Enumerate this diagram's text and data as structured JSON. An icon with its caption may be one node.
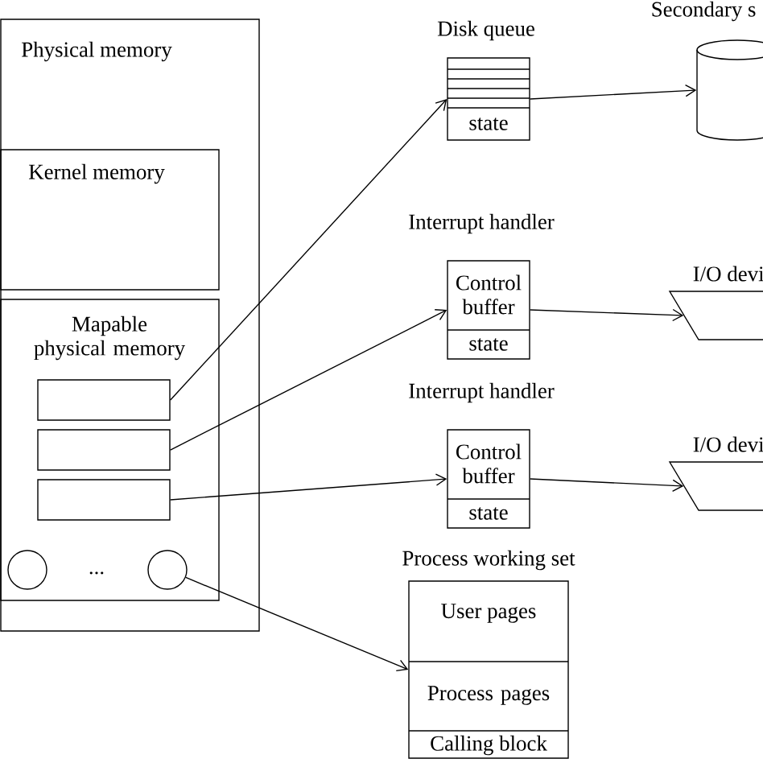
{
  "diagram": {
    "nodes": [
      {
        "text": [
          "Physical memory"
        ]
      },
      {
        "text": [
          "Kernel memory"
        ],
        "in": 0
      },
      {
        "text": [
          "Mapable physical memory"
        ],
        "in": 0
      },
      {
        "text": [],
        "shape": "box",
        "in": 2
      },
      {
        "text": [],
        "shape": "box",
        "in": 2
      },
      {
        "text": [],
        "shape": "box",
        "in": 2
      },
      {
        "text": [],
        "shape": "circle",
        "in": 2
      },
      {
        "text": [],
        "shape": "circle",
        "in": 2
      },
      {
        "text": [
          "Disk queue",
          "state"
        ]
      },
      {
        "text": [
          "Secondary s"
        ]
      },
      {
        "text": [
          "Interrupt handler",
          "Control buffer",
          "state"
        ]
      },
      {
        "text": [
          "I/O devi"
        ]
      },
      {
        "text": [
          "Interrupt handler",
          "Control buffer",
          "state"
        ]
      },
      {
        "text": [
          "I/O devi"
        ]
      },
      {
        "text": [
          "Process working set",
          "User pages",
          "Process pages",
          "Calling block"
        ]
      }
    ],
    "edges": [
      {
        "from": 3,
        "to": 8,
        "arrow": "to"
      },
      {
        "from": 8,
        "to": 9,
        "arrow": "to"
      },
      {
        "from": 4,
        "to": 10,
        "arrow": "to"
      },
      {
        "from": 10,
        "to": 11,
        "arrow": "to"
      },
      {
        "from": 5,
        "to": 12,
        "arrow": "to"
      },
      {
        "from": 12,
        "to": 13,
        "arrow": "to"
      },
      {
        "from": 7,
        "to": 14,
        "arrow": "to"
      }
    ],
    "labels": [
      "..."
    ]
  }
}
